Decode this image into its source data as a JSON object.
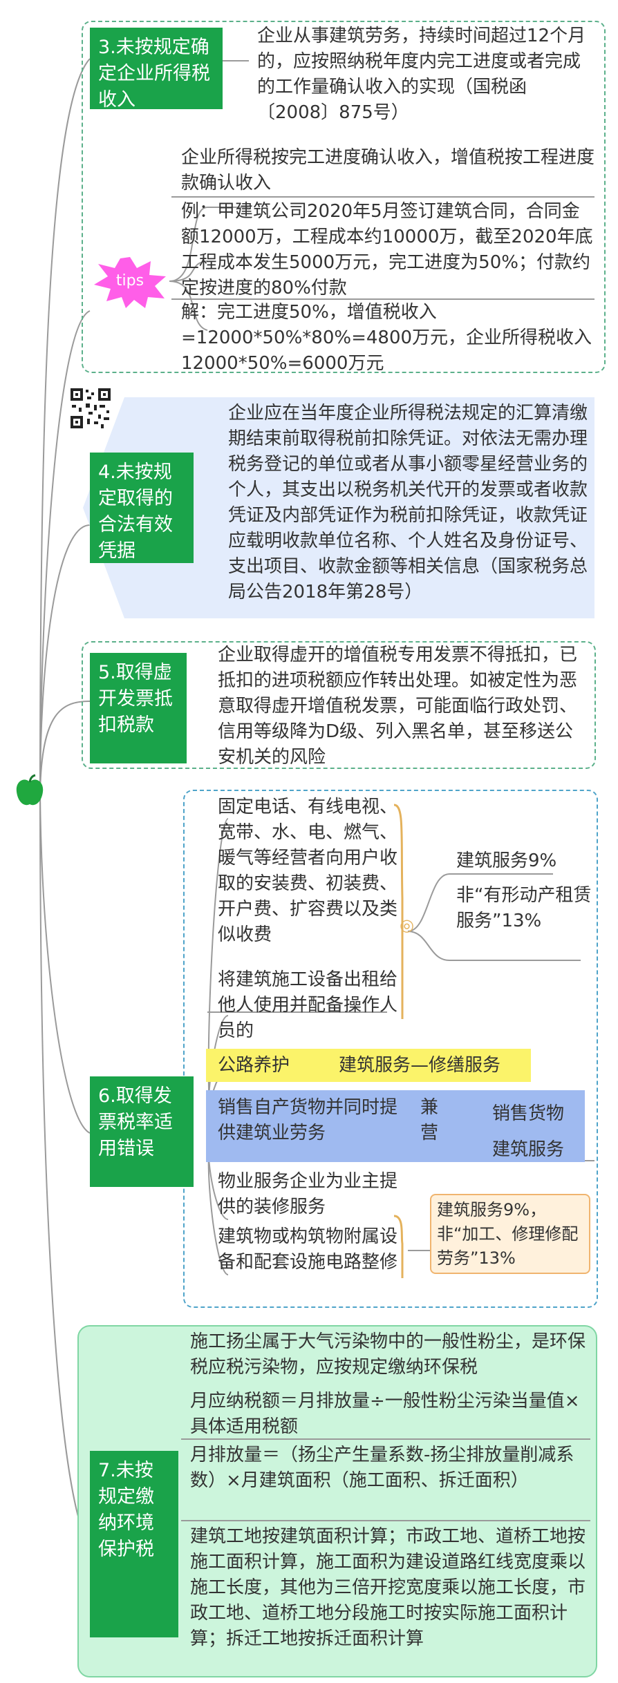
{
  "colors": {
    "title_bg": "#1aa34a",
    "title_text": "#ffffff",
    "frame_dashed": "#5bb08a",
    "tips_badge": "#ff5ee8",
    "section4_band": "#e3ecfc",
    "section7_panel": "#ccf5dc",
    "highway_bar": "#fbf36a",
    "mixed_sale_bar": "#9fbaf0",
    "construction_rate_box": "#fff1dc",
    "root_icon": "#20a83f"
  },
  "icons": {
    "root": "apple-icon",
    "qrcode": "qr-code-icon",
    "tips": "tips-badge-icon",
    "circle": "double-circle-icon"
  },
  "section3": {
    "title": "3.未按规定确定企业所得税收入",
    "text": "企业从事建筑劳务，持续时间超过12个月的，应按照纳税年度内完工进度或者完成的工作量确认收入的实现（国税函〔2008〕875号）",
    "tips_label": "tips",
    "tip1": "企业所得税按完工进度确认收入，增值税按工程进度款确认收入",
    "tip2": "例：甲建筑公司2020年5月签订建筑合同，合同金额12000万，工程成本约10000万，截至2020年底工程成本发生5000万元，完工进度为50%；付款约定按进度的80%付款",
    "tip3": "解：完工进度50%，增值税收入=12000*50%*80%=4800万元，企业所得税收入12000*50%=6000万元"
  },
  "section4": {
    "title": "4.未按规定取得的合法有效凭据",
    "text": "企业应在当年度企业所得税法规定的汇算清缴期结束前取得税前扣除凭证。对依法无需办理税务登记的单位或者从事小额零星经营业务的个人，其支出以税务机关代开的发票或者收款凭证及内部凭证作为税前扣除凭证，收款凭证应载明收款单位名称、个人姓名及身份证号、支出项目、收款金额等相关信息（国家税务总局公告2018年第28号）"
  },
  "section5": {
    "title": "5.取得虚开发票抵扣税款",
    "text": "企业取得虚开的增值税专用发票不得抵扣，已抵扣的进项税额应作转出处理。如被定性为恶意取得虚开增值税发票，可能面临行政处罚、信用等级降为D级、列入黑名单，甚至移送公安机关的风险"
  },
  "section6": {
    "title": "6.取得发票税率适用错误",
    "item1": "固定电话、有线电视、宽带、水、电、燃气、暖气等经营者向用户收取的安装费、初装费、开户费、扩容费以及类似收费",
    "item1_symbol": "◎",
    "item1_rate_a": "建筑服务9%",
    "item1_rate_b": "非“有形动产租赁服务”13%",
    "item2": "将建筑施工设备出租给他人使用并配备操作人员的",
    "highway_left": "公路养护",
    "highway_right": "建筑服务—修缮服务",
    "mixed_left": "销售自产货物并同时提供建筑业劳务",
    "mixed_mid": "兼营",
    "mixed_right_a": "销售货物",
    "mixed_right_b": "建筑服务",
    "item3": "物业服务企业为业主提供的装修服务",
    "item4": "建筑物或构筑物附属设备和配套设施电路整修",
    "rate_box": "建筑服务9%，非“加工、修理修配劳务”13%"
  },
  "section7": {
    "title": "7.未按规定缴纳环境保护税",
    "text1": "施工扬尘属于大气污染物中的一般性粉尘，是环保税应税污染物，应按规定缴纳环保税",
    "text2": "月应纳税额＝月排放量÷一般性粉尘污染当量值×具体适用税额",
    "text3": "月排放量＝（扬尘产生量系数-扬尘排放量削减系数）×月建筑面积（施工面积、拆迁面积）",
    "text4": "建筑工地按建筑面积计算；市政工地、道桥工地按施工面积计算，施工面积为建设道路红线宽度乘以施工长度，其他为三倍开挖宽度乘以施工长度，市政工地、道桥工地分段施工时按实际施工面积计算；拆迁工地按拆迁面积计算"
  }
}
